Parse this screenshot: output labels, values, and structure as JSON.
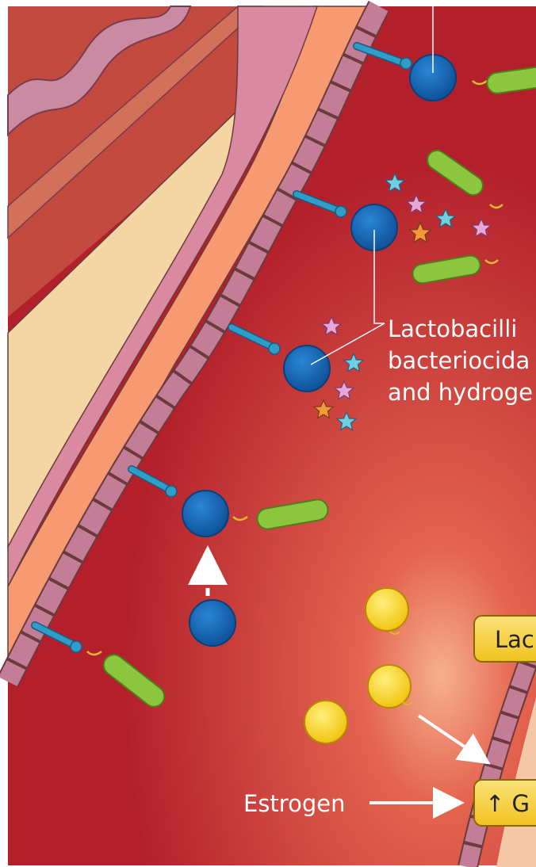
{
  "labels": {
    "lactobacilli_line1": "Lactobacilli",
    "lactobacilli_line2": "bacteriocida",
    "lactobacilli_line3": "and hydroge",
    "box_upper": "Lac",
    "box_lower": "↑ G",
    "estrogen": "Estrogen"
  },
  "colors": {
    "tissue_dark": "#b01e28",
    "tissue_light": "#e05a4e",
    "epithelium_cell": "#b97890",
    "immune_cell": "#1565b4",
    "receptor": "#2f9ec7",
    "bacterium": "#8cc63e",
    "glycogen_granule": "#f7d117",
    "label_box": "#f6d24a",
    "star_cyan": "#6fcfe0",
    "star_pink": "#e7a7d8",
    "star_orange": "#f29a3a"
  },
  "icons": {
    "immune_cell": "blue-sphere-icon",
    "bacterium": "rod-bacterium-icon",
    "bacteriocin": "star-icon",
    "glycogen": "yellow-granule-icon"
  }
}
